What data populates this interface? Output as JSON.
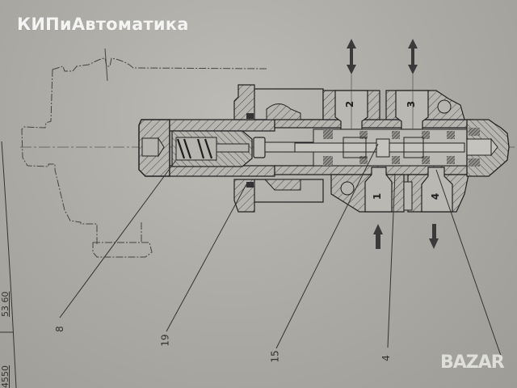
{
  "watermark": {
    "text": "КИПиАвтоматика"
  },
  "footer_watermark": {
    "text": "BAZAR"
  },
  "title_block": {
    "codes": [
      "53 60",
      "4550"
    ]
  },
  "drawing": {
    "subject": "hydraulic valve cross-section",
    "ports": [
      {
        "id": "port-1",
        "label": "1",
        "flow": "in"
      },
      {
        "id": "port-2",
        "label": "2",
        "flow": "bidirectional"
      },
      {
        "id": "port-3",
        "label": "3",
        "flow": "bidirectional"
      },
      {
        "id": "port-4",
        "label": "4",
        "flow": "out"
      }
    ],
    "callouts": [
      {
        "id": "callout-8",
        "label": "8"
      },
      {
        "id": "callout-19",
        "label": "19"
      },
      {
        "id": "callout-15",
        "label": "15"
      },
      {
        "id": "callout-4",
        "label": "4"
      }
    ],
    "colors": {
      "paper": "#adaca7",
      "line": "#2a2a2a",
      "hatch": "#555555",
      "arrow": "#3a3a3a"
    }
  }
}
